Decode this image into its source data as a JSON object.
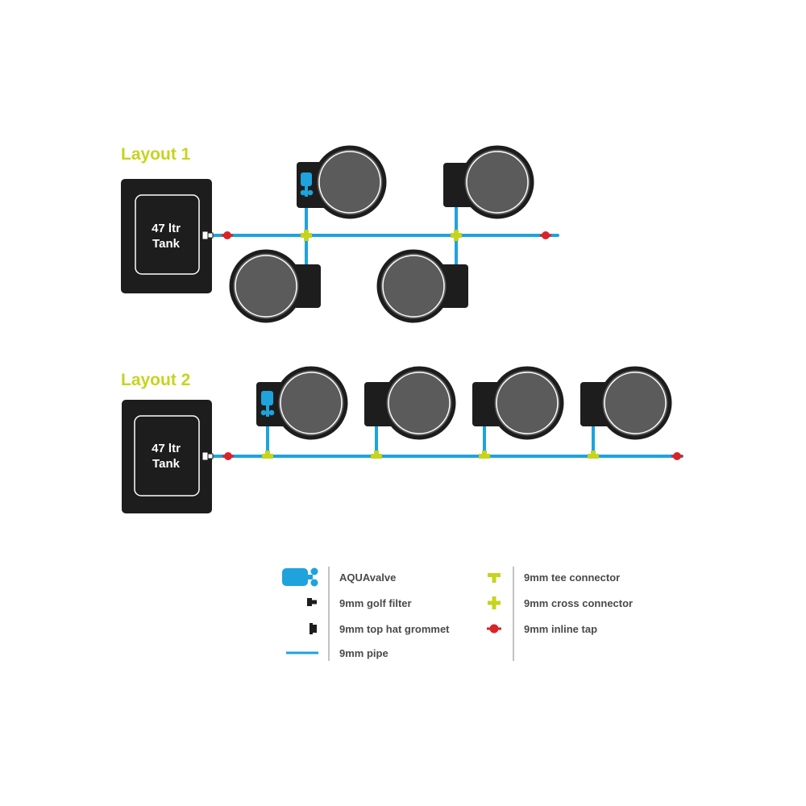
{
  "colors": {
    "accent_title": "#c6d41e",
    "pipe": "#1ea3dc",
    "connector": "#c6d41e",
    "tap": "#d8232a",
    "pot": "#5b5b5b",
    "dark": "#1d1d1d",
    "legend_text": "#4a4a4a"
  },
  "layout1": {
    "title": "Layout 1",
    "tank": {
      "line1": "47 ltr",
      "line2": "Tank"
    }
  },
  "layout2": {
    "title": "Layout 2",
    "tank": {
      "line1": "47 ltr",
      "line2": "Tank"
    }
  },
  "legend": {
    "left": [
      {
        "icon": "aquavalve-icon",
        "label": "AQUAvalve"
      },
      {
        "icon": "golf-filter-icon",
        "label": "9mm golf filter"
      },
      {
        "icon": "top-hat-grommet-icon",
        "label": "9mm top hat grommet"
      },
      {
        "icon": "pipe-icon",
        "label": "9mm pipe"
      }
    ],
    "right": [
      {
        "icon": "tee-connector-icon",
        "label": "9mm tee connector"
      },
      {
        "icon": "cross-connector-icon",
        "label": "9mm cross connector"
      },
      {
        "icon": "inline-tap-icon",
        "label": "9mm inline tap"
      }
    ]
  }
}
